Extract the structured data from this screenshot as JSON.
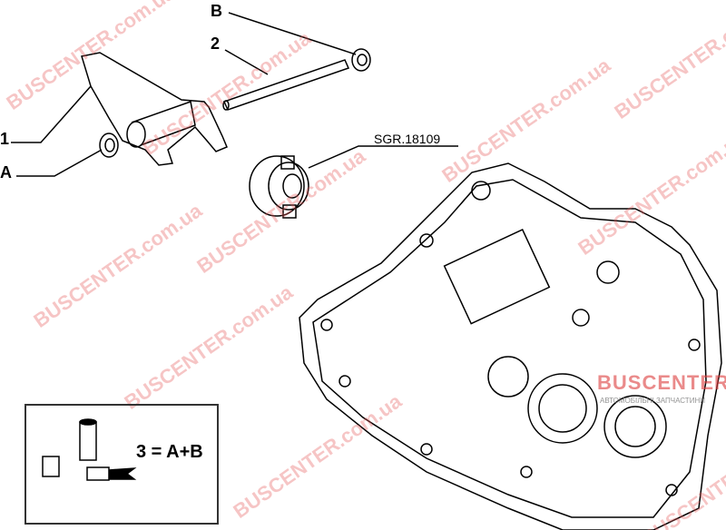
{
  "labels": {
    "b": "B",
    "two": "2",
    "one": "1",
    "a": "A",
    "ref_code": "SGR.18109"
  },
  "legend": {
    "formula": "3 = A+B"
  },
  "watermark": {
    "text": "BUSCENTER.com.ua"
  },
  "logo": {
    "name": "BUSCENTER",
    "subtitle": "АВТОМОБІЛЬНІ ЗАПЧАСТИНИ"
  }
}
